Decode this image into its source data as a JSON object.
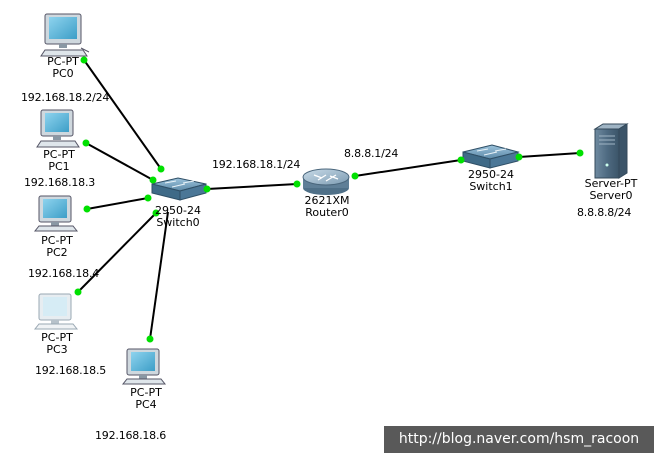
{
  "devices": {
    "pc0": {
      "type": "PC-PT",
      "name": "PC0",
      "ip": "192.168.18.2/24"
    },
    "pc1": {
      "type": "PC-PT",
      "name": "PC1",
      "ip": "192.168.18.3"
    },
    "pc2": {
      "type": "PC-PT",
      "name": "PC2",
      "ip": "192.168.18.4"
    },
    "pc3": {
      "type": "PC-PT",
      "name": "PC3",
      "ip": "192.168.18.5"
    },
    "pc4": {
      "type": "PC-PT",
      "name": "PC4",
      "ip": "192.168.18.6"
    },
    "switch0": {
      "type": "2950-24",
      "name": "Switch0"
    },
    "router0": {
      "type": "2621XM",
      "name": "Router0",
      "ip_lan": "192.168.18.1/24",
      "ip_wan": "8.8.8.1/24"
    },
    "switch1": {
      "type": "2950-24",
      "name": "Switch1"
    },
    "server0": {
      "type": "Server-PT",
      "name": "Server0",
      "ip": "8.8.8.8/24"
    }
  },
  "colors": {
    "link": "#000000",
    "link_light": "#00e000",
    "switch_body": "#5d8aa8",
    "router_body": "#6f8fa6",
    "pc_screen": "#5bb8d9",
    "pc3_screen": "#d6ecf5"
  },
  "watermark": "http://blog.naver.com/hsm_racoon"
}
